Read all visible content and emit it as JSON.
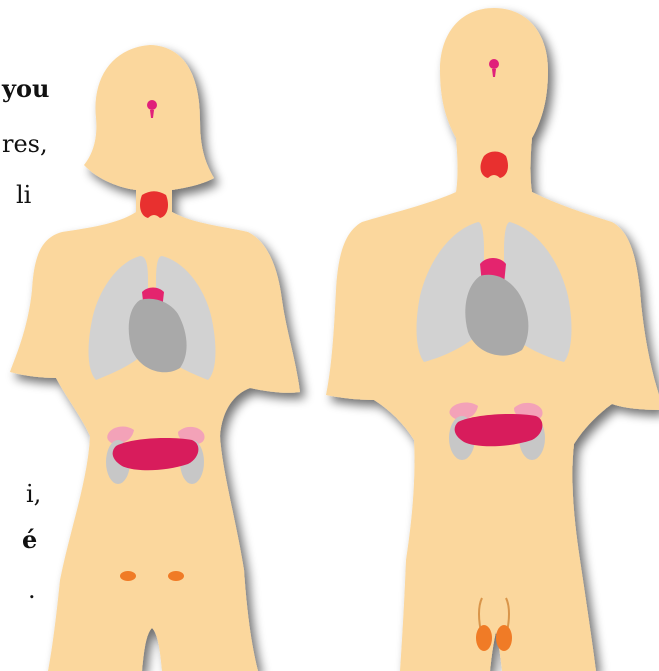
{
  "text_fragments": [
    {
      "text": "you",
      "bold": true
    },
    {
      "text": "res,",
      "bold": false
    },
    {
      "text": "li",
      "bold": false
    },
    {
      "text": "i,",
      "bold": false
    },
    {
      "text": "é",
      "bold": true
    },
    {
      "text": ".",
      "bold": false
    }
  ],
  "colors": {
    "skin": "#fbd79d",
    "shadow": "#8a8a8a",
    "lungs": "#d2d2d2",
    "heart": "#a9a9a9",
    "thymus": "#e4246e",
    "thyroid": "#e8302f",
    "pituitary": "#e0207a",
    "pancreas": "#d81c5c",
    "adrenal": "#f3a2b8",
    "kidney": "#c7c7c7",
    "gonads": "#f07b26",
    "vas_deferens": "#d9954a"
  },
  "figures": [
    {
      "type": "female-torso"
    },
    {
      "type": "male-torso"
    }
  ]
}
